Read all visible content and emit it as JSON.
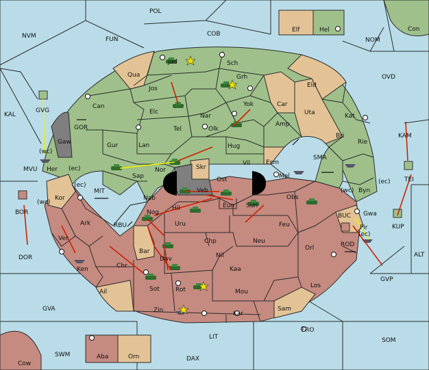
{
  "colors": {
    "sea": "#b9dce8",
    "green": "#9fc08b",
    "tan": "#e3c395",
    "red": "#c58a80",
    "gray": "#7f7f7f",
    "order_arrow": "#cc2200",
    "support_arrow": "#f0f000"
  },
  "labels": {
    "pol": "POL",
    "nvm": "NVM",
    "fun": "FUN",
    "cob": "COB",
    "nom": "NOM",
    "con": "Con",
    "elf": "Elf",
    "hel": "Hel",
    "kal": "KAL",
    "ovd": "OVD",
    "kam": "KAM",
    "tei": "TEI",
    "kup": "KUP",
    "alt": "ALT",
    "gvp": "GVP",
    "som": "SOM",
    "fro": "FRO",
    "lit": "LIT",
    "dax": "DAX",
    "swm": "SWM",
    "cow": "Cow",
    "aba": "Aba",
    "orn": "Orn",
    "gva": "GVA",
    "dor": "DOR",
    "bor": "BOR",
    "mvu": "MVU",
    "gvg": "GVG",
    "gor": "GOR",
    "mit": "MIT",
    "rbu": "RBU",
    "sma": "SMA",
    "buc": "BUC",
    "rod": "ROD",
    "jad": "Jad",
    "sch": "Sch",
    "qua": "Qua",
    "jos": "Jos",
    "grh": "Grh",
    "eld": "Eld",
    "can": "Can",
    "elc": "Elc",
    "nar": "Nar",
    "yok": "Yok",
    "car": "Car",
    "uta": "Uta",
    "kat": "Kat",
    "gaw": "Gaw",
    "tel": "Tel",
    "olk": "Olk",
    "amp": "Amp",
    "rie": "Rie",
    "gur": "Gur",
    "lan": "Lan",
    "hug": "Hug",
    "bri": "Bri",
    "vil": "Vil",
    "esm": "Esm",
    "her": "Her",
    "sap": "Sap",
    "nor": "Nor",
    "skr": "Skr",
    "ost": "Ost",
    "mel": "Mel",
    "byn": "Byn",
    "kor": "Kor",
    "nab": "Nab",
    "veb": "Veb",
    "eun": "Eun",
    "obs": "Obs",
    "gwa": "Gwa",
    "hil": "Hil",
    "sun": "Sun",
    "ark": "Ark",
    "nog": "Nog",
    "uru": "Uru",
    "feu": "Feu",
    "pir": "Pir",
    "ver": "Ver",
    "chp": "Chp",
    "neu": "Neu",
    "orl": "Orl",
    "bar": "Bar",
    "dav": "Dav",
    "nil": "Nil",
    "ken": "Ken",
    "chr": "Chr",
    "kaa": "Kaa",
    "sot": "Sot",
    "rot": "Rot",
    "mou": "Mou",
    "los": "Los",
    "ail": "Ail",
    "zin": "Zin",
    "kar": "Kar",
    "sam": "Sam",
    "wc1": "(wc)",
    "ec1": "(ec)",
    "ec2": "(ec)",
    "wc2": "(wc)",
    "wc3": "(wc)",
    "ec3": "(ec)",
    "ec4": "(ec)"
  }
}
